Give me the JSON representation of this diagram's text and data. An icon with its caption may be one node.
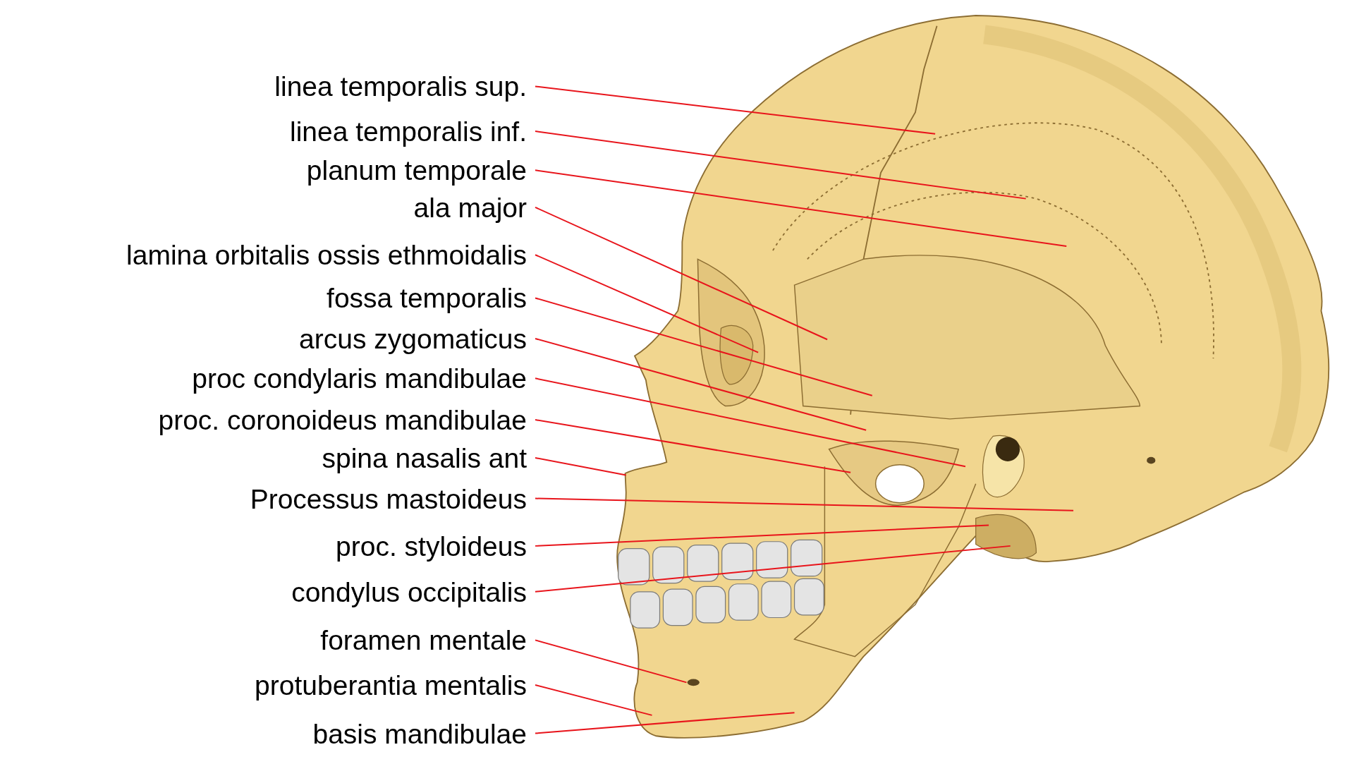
{
  "diagram": {
    "nodes": [
      {
        "text": [
          "linea temporalis sup."
        ]
      },
      {
        "text": [
          "linea temporalis inf."
        ]
      },
      {
        "text": [
          "planum temporale"
        ]
      },
      {
        "text": [
          "ala major"
        ]
      },
      {
        "text": [
          "lamina orbitalis ossis ethmoidalis"
        ]
      },
      {
        "text": [
          "fossa temporalis"
        ]
      },
      {
        "text": [
          "arcus zygomaticus"
        ]
      },
      {
        "text": [
          "proc condylaris mandibulae"
        ]
      },
      {
        "text": [
          "proc. coronoideus mandibulae"
        ]
      },
      {
        "text": [
          "spina nasalis ant"
        ]
      },
      {
        "text": [
          "Processus mastoideus"
        ]
      },
      {
        "text": [
          "proc. styloideus"
        ]
      },
      {
        "text": [
          "condylus occipitalis"
        ]
      },
      {
        "text": [
          "foramen mentale"
        ]
      },
      {
        "text": [
          "protuberantia mentalis"
        ]
      },
      {
        "text": [
          "basis mandibulae"
        ]
      }
    ],
    "edges": [
      {
        "from": 0,
        "to": null,
        "arrow": "none"
      },
      {
        "from": 1,
        "to": null,
        "arrow": "none"
      },
      {
        "from": 2,
        "to": null,
        "arrow": "none"
      },
      {
        "from": 3,
        "to": null,
        "arrow": "none"
      },
      {
        "from": 4,
        "to": null,
        "arrow": "none"
      },
      {
        "from": 5,
        "to": null,
        "arrow": "none"
      },
      {
        "from": 6,
        "to": null,
        "arrow": "none"
      },
      {
        "from": 7,
        "to": null,
        "arrow": "none"
      },
      {
        "from": 8,
        "to": null,
        "arrow": "none"
      },
      {
        "from": 9,
        "to": null,
        "arrow": "none"
      },
      {
        "from": 10,
        "to": null,
        "arrow": "none"
      },
      {
        "from": 11,
        "to": null,
        "arrow": "none"
      },
      {
        "from": 12,
        "to": null,
        "arrow": "none"
      },
      {
        "from": 13,
        "to": null,
        "arrow": "none"
      },
      {
        "from": 14,
        "to": null,
        "arrow": "none"
      },
      {
        "from": 15,
        "to": null,
        "arrow": "none"
      }
    ]
  }
}
